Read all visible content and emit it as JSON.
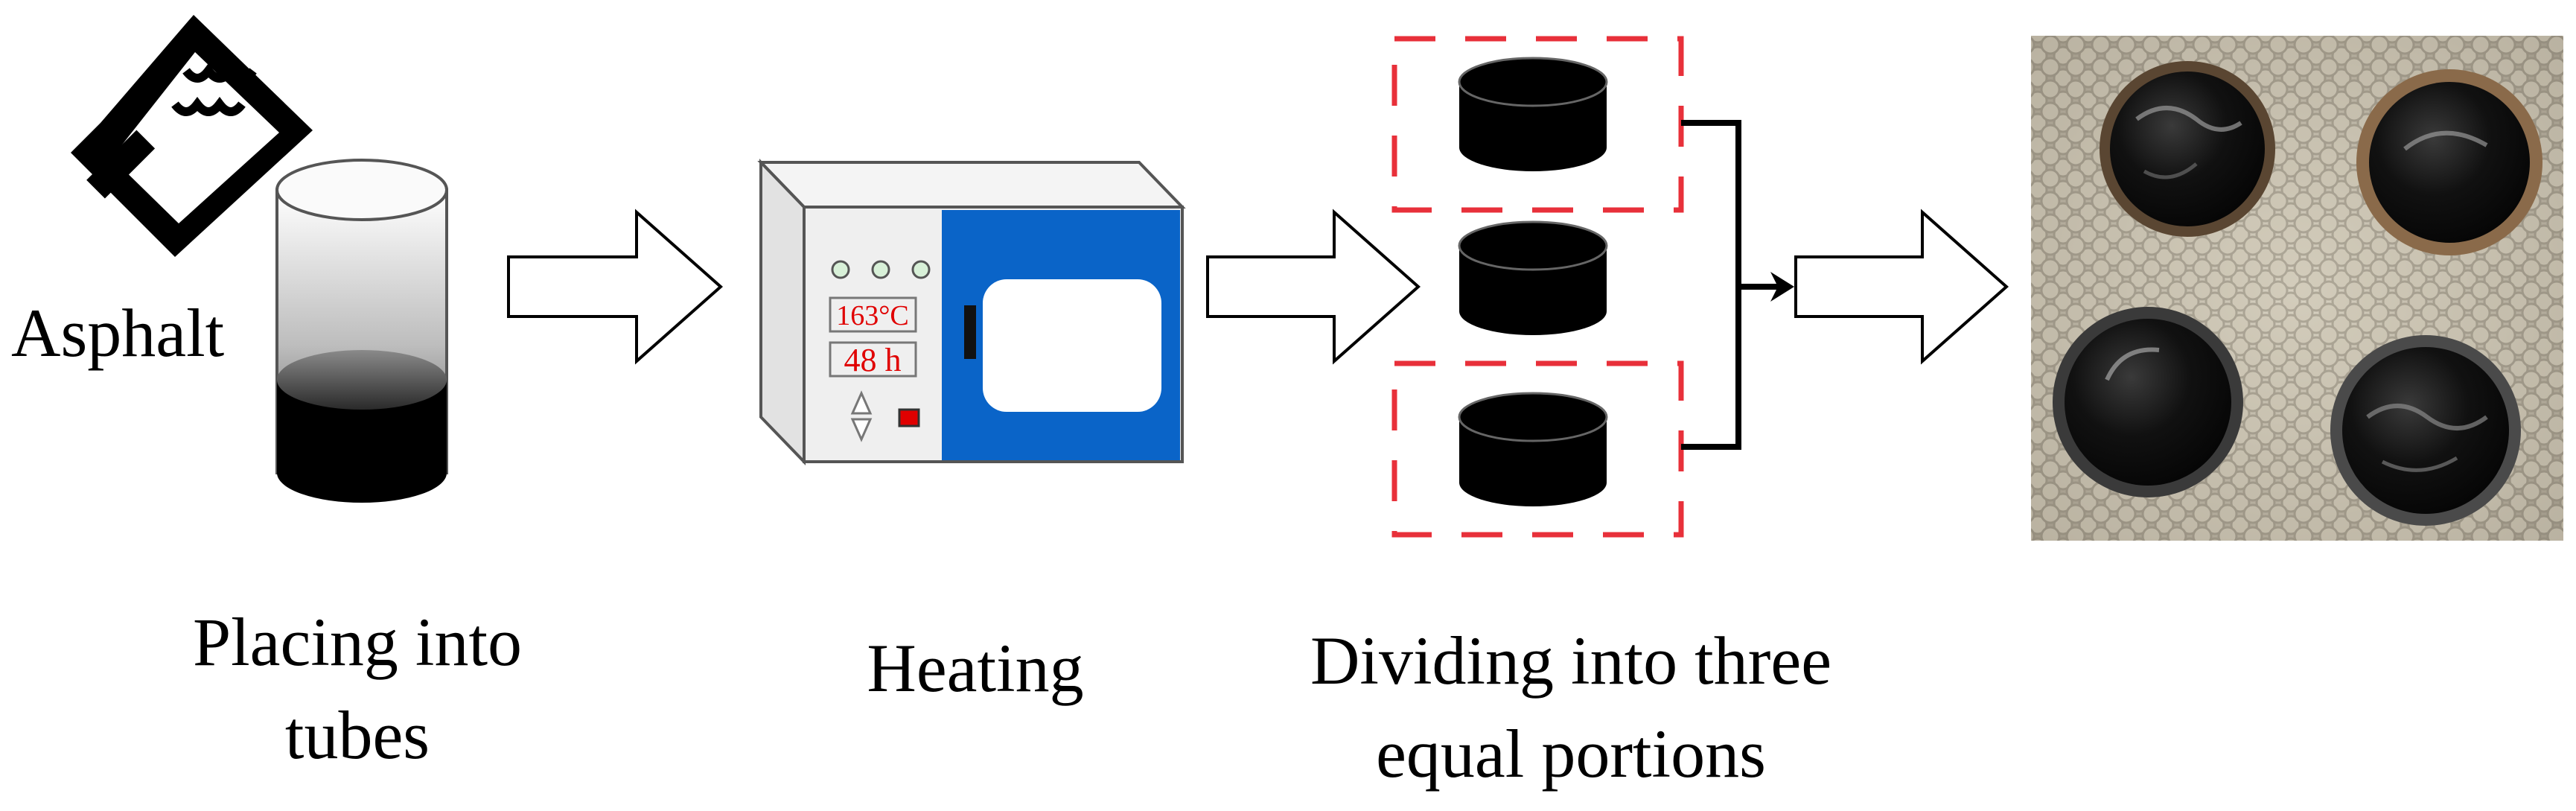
{
  "diagram": {
    "material_label": "Asphalt",
    "oven": {
      "temperature": "163°C",
      "duration": "48 h"
    },
    "steps": [
      {
        "caption_line1": "Placing into",
        "caption_line2": "tubes"
      },
      {
        "caption_line1": "Heating"
      },
      {
        "caption_line1": "Dividing into three",
        "caption_line2": "equal portions"
      }
    ],
    "colors": {
      "oven_door": "#0A64C8",
      "dashed_box": "#E8303A",
      "display_text": "#E00000",
      "asphalt": "#000000"
    }
  }
}
